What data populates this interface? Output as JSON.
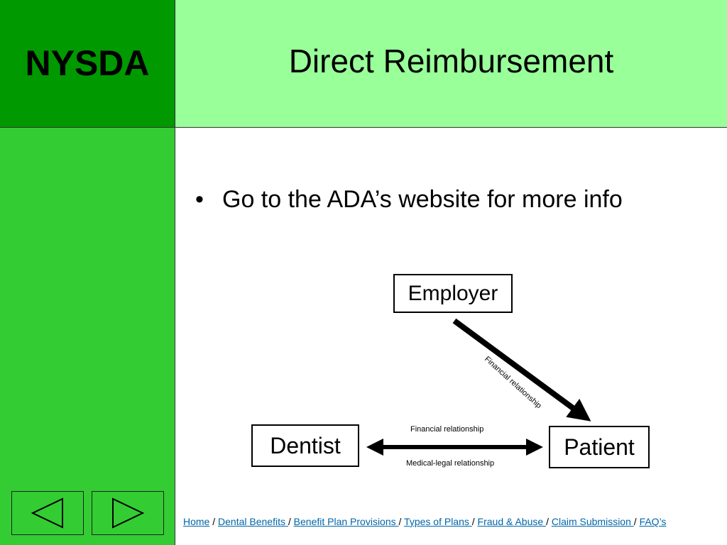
{
  "header": {
    "logo": "NYSDA",
    "title": "Direct Reimbursement"
  },
  "content": {
    "bullet": "Go to the ADA’s website for more info"
  },
  "diagram": {
    "nodes": {
      "employer": "Employer",
      "dentist": "Dentist",
      "patient": "Patient"
    },
    "labels": {
      "employer_patient": "Financial relationship",
      "dentist_patient_top": "Financial relationship",
      "dentist_patient_bottom": "Medical-legal relationship"
    }
  },
  "footer": {
    "separator": "/",
    "links": [
      "Home",
      "Dental Benefits ",
      "Benefit Plan Provisions ",
      "Types of Plans ",
      "Fraud & Abuse ",
      "Claim Submission ",
      "FAQ’s"
    ]
  },
  "nav": {
    "prev_icon": "left-triangle-icon",
    "next_icon": "right-triangle-icon"
  },
  "colors": {
    "logo_bg": "#009900",
    "title_bg": "#99ff99",
    "sidebar_bg": "#33cc33",
    "link": "#0066aa"
  }
}
